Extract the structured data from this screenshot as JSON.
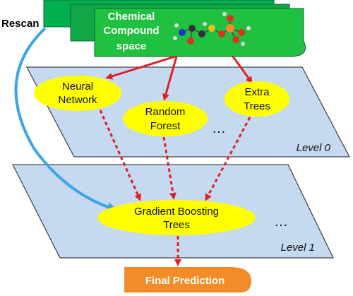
{
  "input": {
    "rescan_label": "Rescan",
    "chemical_space_line1": "Chemical",
    "chemical_space_line2": "Compound",
    "chemical_space_line3": "space"
  },
  "level0": {
    "label": "Level 0",
    "models": [
      {
        "line1": "Neural",
        "line2": "Network"
      },
      {
        "line1": "Random",
        "line2": "Forest"
      },
      {
        "line1": "Extra",
        "line2": "Trees"
      }
    ],
    "ellipsis": "…"
  },
  "level1": {
    "label": "Level 1",
    "model_line1": "Gradient Boosting",
    "model_line2": "Trees",
    "ellipsis": "…"
  },
  "output": {
    "label": "Final Prediction"
  },
  "colors": {
    "plane_fill": "#c5d9f1",
    "plane_stroke": "#1f1f1f",
    "model_fill": "#ffff00",
    "doc_green": "#00b050",
    "doc_green_front": "#20c040",
    "arrow_red": "#e02020",
    "rescan_blue": "#3aa6e6",
    "output_orange": "#f28c28"
  }
}
